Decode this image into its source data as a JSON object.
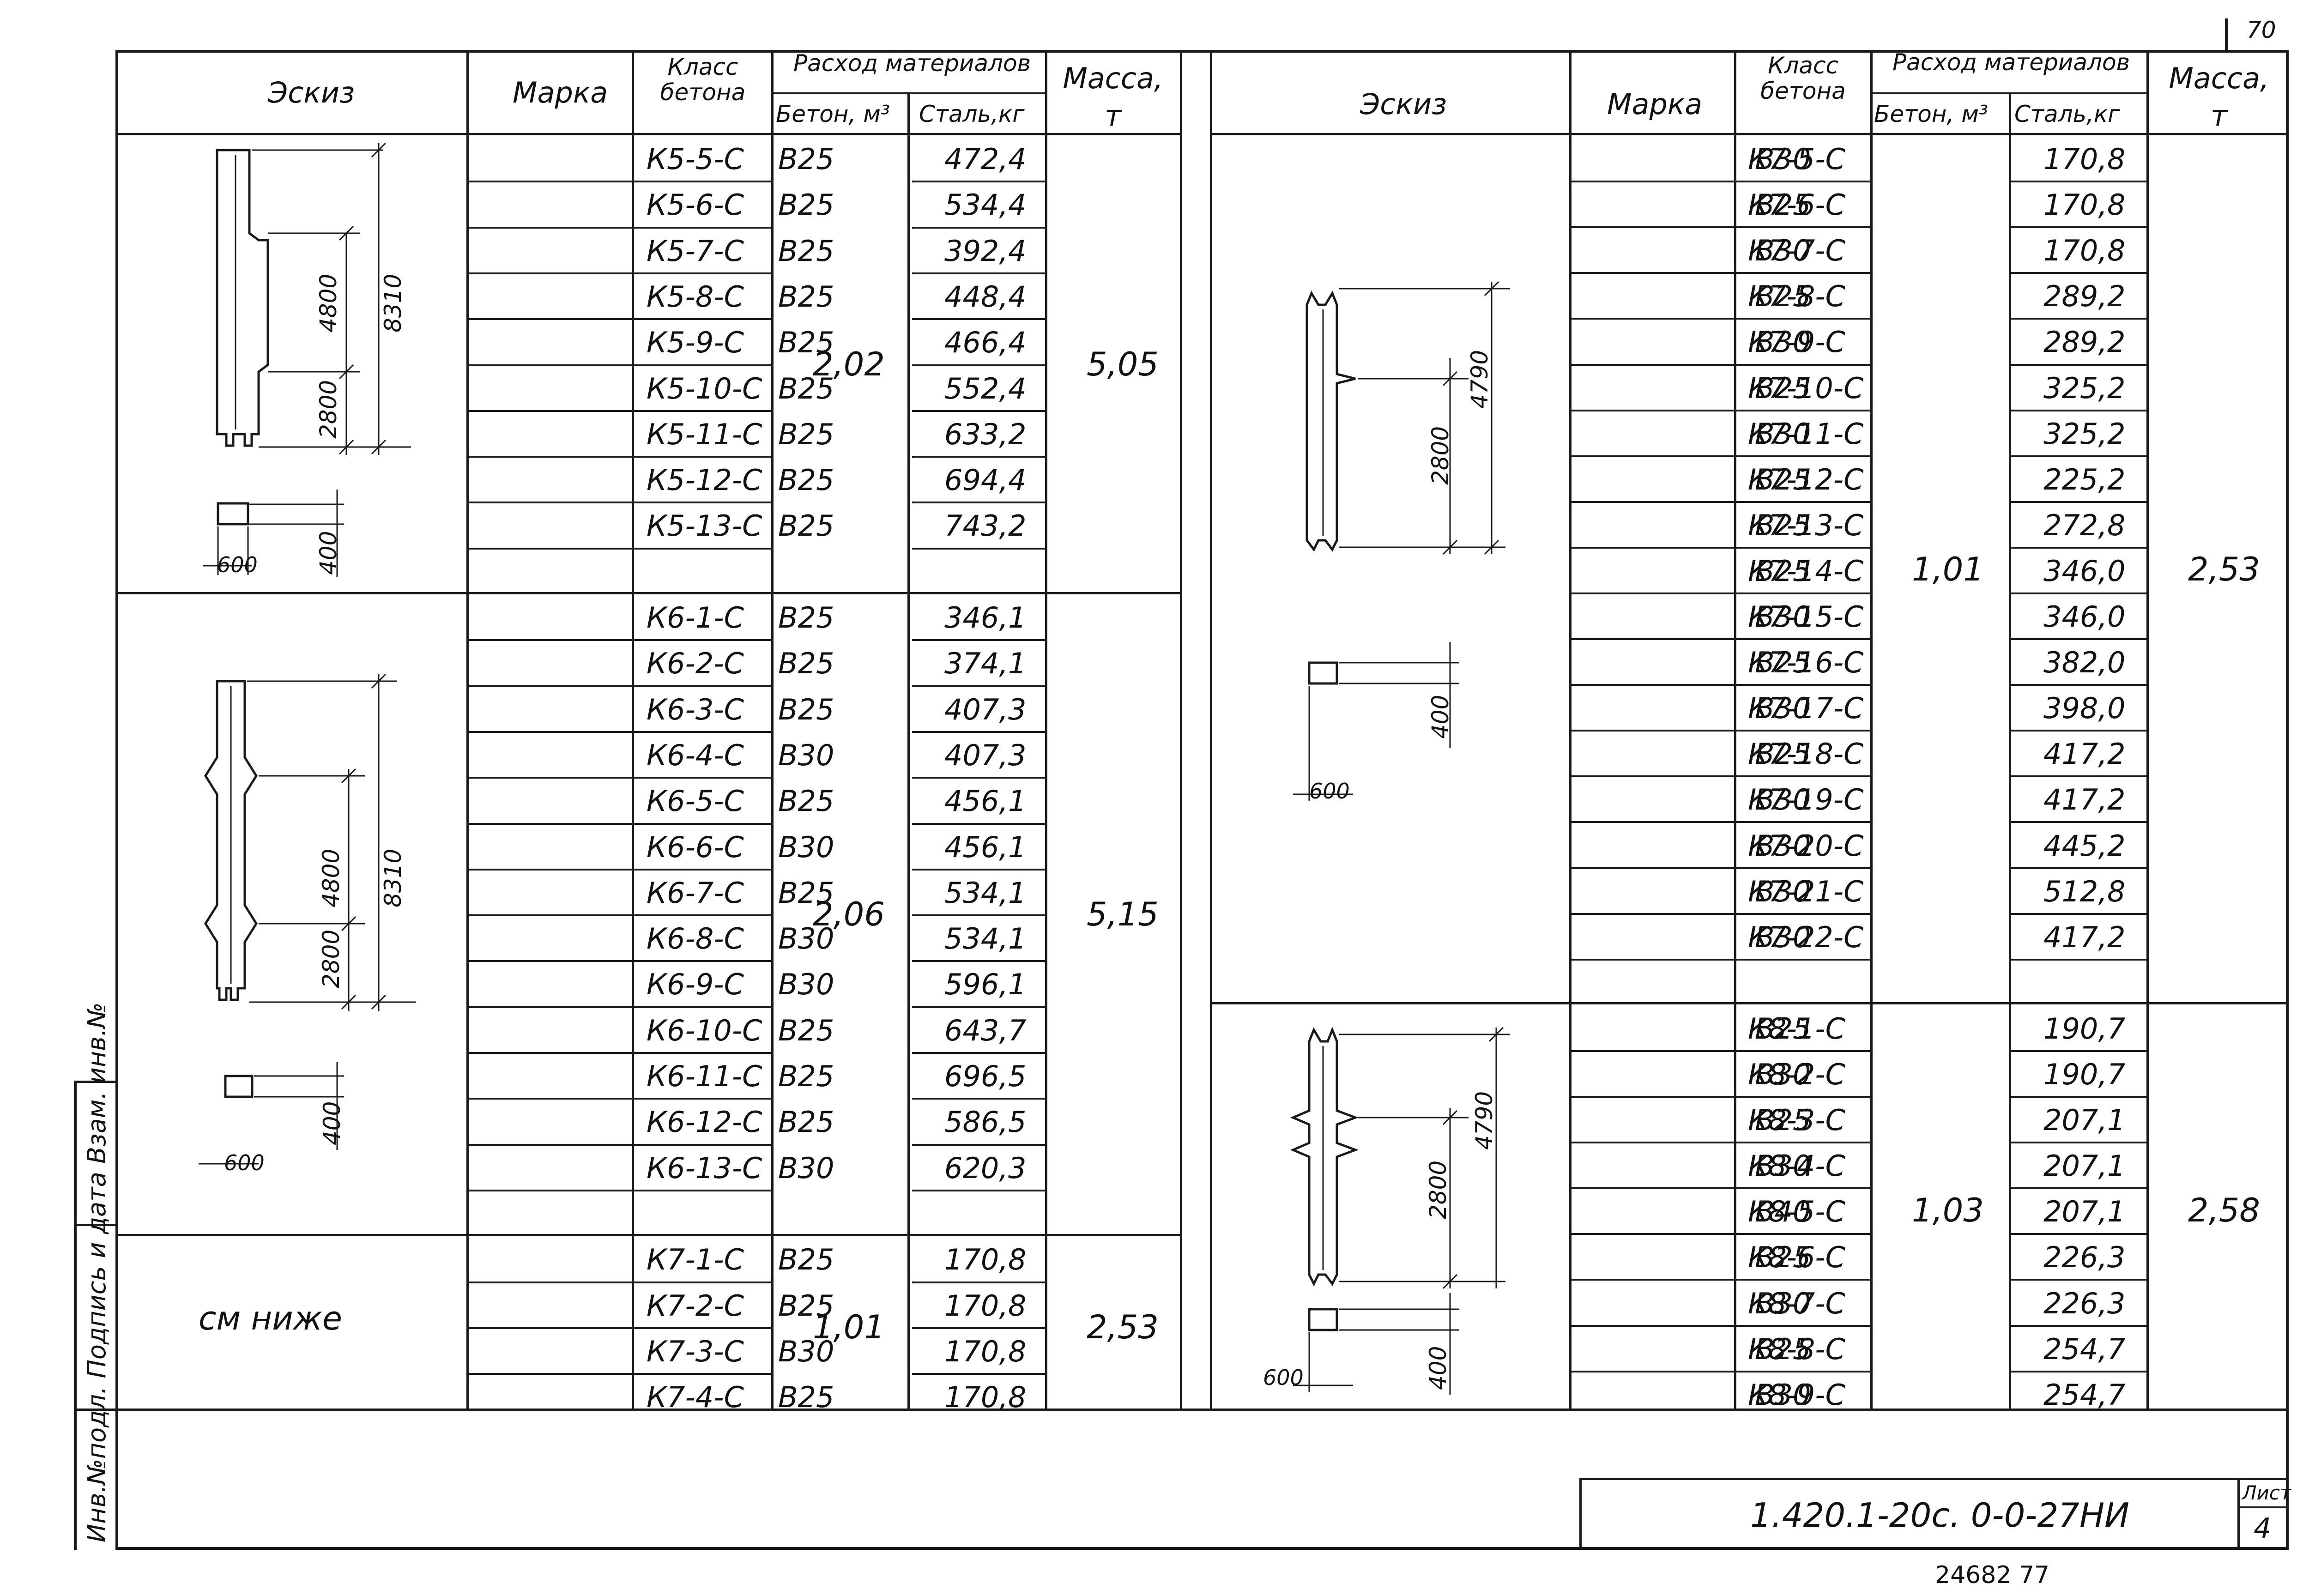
{
  "sheet_number_top": "70",
  "headers": {
    "sketch": "Эскиз",
    "mark": "Марка",
    "concrete_class": "Класс бетона",
    "materials": "Расход материалов",
    "concrete_m3": "Бетон, м³",
    "steel_kg": "Сталь,кг",
    "mass": "Масса, т"
  },
  "left_table": {
    "groups": [
      {
        "concrete": "2,02",
        "mass": "5,05",
        "rows": [
          {
            "mark": "К5-5-С",
            "cls": "В25",
            "steel": "472,4"
          },
          {
            "mark": "К5-6-С",
            "cls": "В25",
            "steel": "534,4"
          },
          {
            "mark": "К5-7-С",
            "cls": "В25",
            "steel": "392,4"
          },
          {
            "mark": "К5-8-С",
            "cls": "В25",
            "steel": "448,4"
          },
          {
            "mark": "К5-9-С",
            "cls": "В25",
            "steel": "466,4"
          },
          {
            "mark": "К5-10-С",
            "cls": "В25",
            "steel": "552,4"
          },
          {
            "mark": "К5-11-С",
            "cls": "В25",
            "steel": "633,2"
          },
          {
            "mark": "К5-12-С",
            "cls": "В25",
            "steel": "694,4"
          },
          {
            "mark": "К5-13-С",
            "cls": "В25",
            "steel": "743,2"
          },
          {
            "mark": "",
            "cls": "",
            "steel": ""
          }
        ]
      },
      {
        "concrete": "2,06",
        "mass": "5,15",
        "rows": [
          {
            "mark": "К6-1-С",
            "cls": "В25",
            "steel": "346,1"
          },
          {
            "mark": "К6-2-С",
            "cls": "В25",
            "steel": "374,1"
          },
          {
            "mark": "К6-3-С",
            "cls": "В25",
            "steel": "407,3"
          },
          {
            "mark": "К6-4-С",
            "cls": "В30",
            "steel": "407,3"
          },
          {
            "mark": "К6-5-С",
            "cls": "В25",
            "steel": "456,1"
          },
          {
            "mark": "К6-6-С",
            "cls": "В30",
            "steel": "456,1"
          },
          {
            "mark": "К6-7-С",
            "cls": "В25",
            "steel": "534,1"
          },
          {
            "mark": "К6-8-С",
            "cls": "В30",
            "steel": "534,1"
          },
          {
            "mark": "К6-9-С",
            "cls": "В30",
            "steel": "596,1"
          },
          {
            "mark": "К6-10-С",
            "cls": "В25",
            "steel": "643,7"
          },
          {
            "mark": "К6-11-С",
            "cls": "В25",
            "steel": "696,5"
          },
          {
            "mark": "К6-12-С",
            "cls": "В25",
            "steel": "586,5"
          },
          {
            "mark": "К6-13-С",
            "cls": "В30",
            "steel": "620,3"
          },
          {
            "mark": "",
            "cls": "",
            "steel": ""
          }
        ]
      },
      {
        "concrete": "1,01",
        "mass": "2,53",
        "rows": [
          {
            "mark": "К7-1-С",
            "cls": "В25",
            "steel": "170,8"
          },
          {
            "mark": "К7-2-С",
            "cls": "В25",
            "steel": "170,8"
          },
          {
            "mark": "К7-3-С",
            "cls": "В30",
            "steel": "170,8"
          },
          {
            "mark": "К7-4-С",
            "cls": "В25",
            "steel": "170,8"
          }
        ]
      }
    ],
    "see_below": "см ниже"
  },
  "right_table": {
    "groups": [
      {
        "concrete": "1,01",
        "mass": "2,53",
        "rows": [
          {
            "mark": "К7-5-С",
            "cls": "В30",
            "steel": "170,8"
          },
          {
            "mark": "К7-6-С",
            "cls": "В25",
            "steel": "170,8"
          },
          {
            "mark": "К7-7-С",
            "cls": "В30",
            "steel": "170,8"
          },
          {
            "mark": "К7-8-С",
            "cls": "В25",
            "steel": "289,2"
          },
          {
            "mark": "К7-9-С",
            "cls": "В30",
            "steel": "289,2"
          },
          {
            "mark": "К7-10-С",
            "cls": "В25",
            "steel": "325,2"
          },
          {
            "mark": "К7-11-С",
            "cls": "В30",
            "steel": "325,2"
          },
          {
            "mark": "К7-12-С",
            "cls": "В25",
            "steel": "225,2"
          },
          {
            "mark": "К7-13-С",
            "cls": "В25",
            "steel": "272,8"
          },
          {
            "mark": "К7-14-С",
            "cls": "В25",
            "steel": "346,0"
          },
          {
            "mark": "К7-15-С",
            "cls": "В30",
            "steel": "346,0"
          },
          {
            "mark": "К7-16-С",
            "cls": "В25",
            "steel": "382,0"
          },
          {
            "mark": "К7-17-С",
            "cls": "В30",
            "steel": "398,0"
          },
          {
            "mark": "К7-18-С",
            "cls": "В25",
            "steel": "417,2"
          },
          {
            "mark": "К7-19-С",
            "cls": "В30",
            "steel": "417,2"
          },
          {
            "mark": "К7-20-С",
            "cls": "В30",
            "steel": "445,2"
          },
          {
            "mark": "К7-21-С",
            "cls": "В30",
            "steel": "512,8"
          },
          {
            "mark": "К7-22-С",
            "cls": "В30",
            "steel": "417,2"
          },
          {
            "mark": "",
            "cls": "",
            "steel": ""
          }
        ]
      },
      {
        "concrete": "1,03",
        "mass": "2,58",
        "rows": [
          {
            "mark": "К8-1-С",
            "cls": "В25",
            "steel": "190,7"
          },
          {
            "mark": "К8-2-С",
            "cls": "В30",
            "steel": "190,7"
          },
          {
            "mark": "К8-3-С",
            "cls": "В25",
            "steel": "207,1"
          },
          {
            "mark": "К8-4-С",
            "cls": "В30",
            "steel": "207,1"
          },
          {
            "mark": "К8-5-С",
            "cls": "В40",
            "steel": "207,1"
          },
          {
            "mark": "К8-6-С",
            "cls": "В25",
            "steel": "226,3"
          },
          {
            "mark": "К8-7-С",
            "cls": "В30",
            "steel": "226,3"
          },
          {
            "mark": "К8-8-С",
            "cls": "В25",
            "steel": "254,7"
          },
          {
            "mark": "К8-9-С",
            "cls": "В30",
            "steel": "254,7"
          }
        ]
      }
    ]
  },
  "sketch_dims": {
    "k5": {
      "total": "8310",
      "upper": "4800",
      "lower": "2800",
      "width": "600",
      "depth": "400"
    },
    "k6": {
      "total": "8310",
      "upper": "4800",
      "lower": "2800",
      "width": "600",
      "depth": "400"
    },
    "k7": {
      "total": "4790",
      "lower": "2800",
      "width": "600",
      "depth": "400"
    },
    "k8": {
      "total": "4790",
      "lower": "2800",
      "width": "600",
      "depth": "400"
    }
  },
  "stamp": {
    "code": "1.420.1-20с. 0-0-27НИ",
    "sheet_label": "Лист",
    "sheet": "4"
  },
  "footer_numbers": "24682   77",
  "side_strip": "Инв.№подл. Подпись и дата Взам. инв.№"
}
